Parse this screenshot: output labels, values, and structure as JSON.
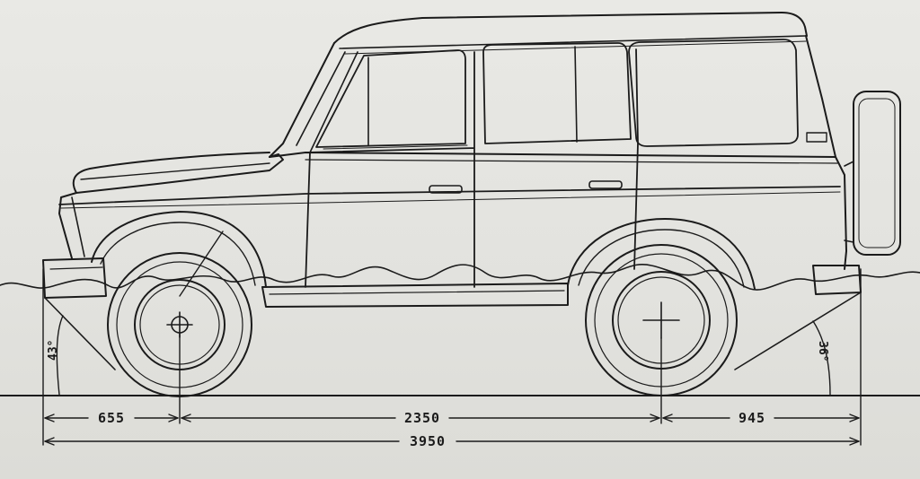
{
  "dimensions": {
    "front_overhang": "655",
    "wheelbase": "2350",
    "rear_overhang": "945",
    "overall_length": "3950"
  },
  "angles": {
    "approach": "43°",
    "departure": "36°"
  },
  "colors": {
    "ink": "#1b1b1b",
    "paper": "#e6e6e2"
  }
}
